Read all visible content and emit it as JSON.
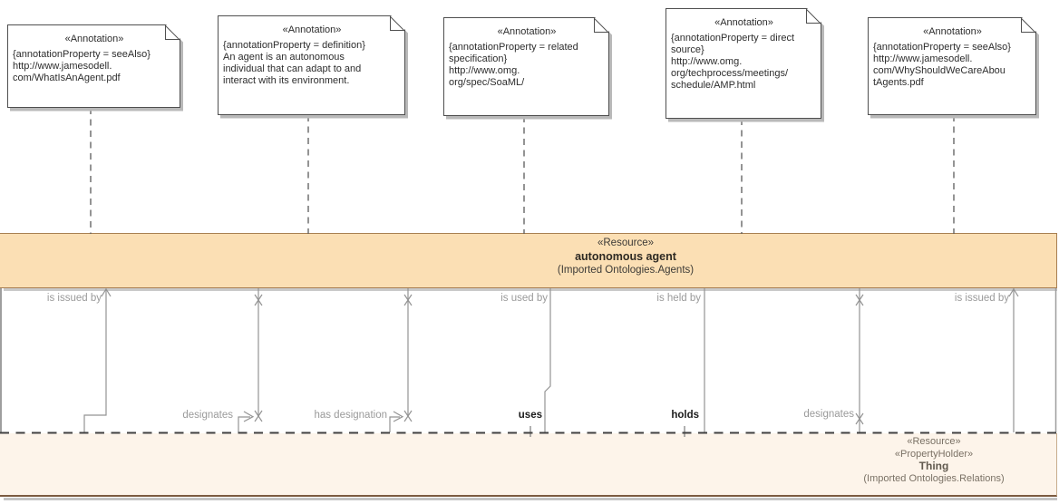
{
  "annotations": [
    {
      "stereotype": "«Annotation»",
      "property": "{annotationProperty = seeAlso}",
      "body": "http://www.jamesodell.\ncom/WhatIsAnAgent.pdf"
    },
    {
      "stereotype": "«Annotation»",
      "property": "{annotationProperty = definition}",
      "body": "An agent is an autonomous\nindividual that can adapt to and\ninteract with its environment."
    },
    {
      "stereotype": "«Annotation»",
      "property": "{annotationProperty = related\nspecification}",
      "body": "http://www.omg.\norg/spec/SoaML/"
    },
    {
      "stereotype": "«Annotation»",
      "property": "{annotationProperty = direct\nsource}",
      "body": "http://www.omg.\norg/techprocess/meetings/\nschedule/AMP.html"
    },
    {
      "stereotype": "«Annotation»",
      "property": "{annotationProperty = seeAlso}",
      "body": "http://www.jamesodell.\ncom/WhyShouldWeCareAbou\ntAgents.pdf"
    }
  ],
  "agent_band": {
    "stereotype": "«Resource»",
    "name": "autonomous agent",
    "package": "(Imported Ontologies.Agents)"
  },
  "thing_band": {
    "stereotype1": "«Resource»",
    "stereotype2": "«PropertyHolder»",
    "name": "Thing",
    "package": "(Imported Ontologies.Relations)"
  },
  "relations": [
    {
      "top_label": "is issued by"
    },
    {
      "bottom_label": "designates"
    },
    {
      "bottom_label": "has designation"
    },
    {
      "top_label": "is used by",
      "bottom_label": "uses"
    },
    {
      "top_label": "is held by",
      "bottom_label": "holds"
    },
    {
      "bottom_label": "designates"
    },
    {
      "top_label": "is issued by"
    }
  ],
  "colors": {
    "agent_band_fill": "#fbdfb4",
    "agent_band_border": "#a87f52",
    "thing_band_fill": "#fdf4ea",
    "thing_band_border": "#7b5a40",
    "relation_line": "#949494",
    "relation_label_gray": "#9a9a9a",
    "relation_label_black": "#1b1b1b",
    "note_border": "#4f4f4f"
  }
}
